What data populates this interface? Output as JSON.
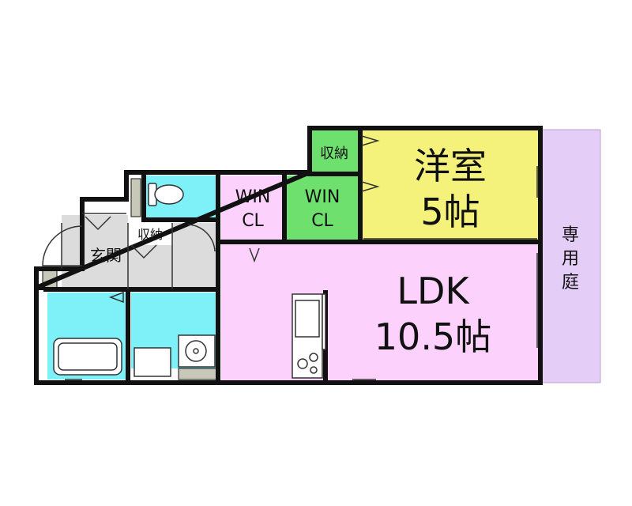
{
  "colors": {
    "wall": "#111111",
    "western_room": "#f4f27a",
    "ldk": "#fcd2fc",
    "win_cl_pink": "#fcd2fc",
    "win_cl_green": "#6ee06e",
    "storage_green": "#6ee06e",
    "water": "#7ef0f8",
    "entrance": "#dcdcdc",
    "garden": "#e4cdf6"
  },
  "rooms": {
    "western": {
      "name": "洋室",
      "size": "5帖"
    },
    "ldk": {
      "name": "LDK",
      "size": "10.5帖"
    },
    "win_cl_1": {
      "line1": "WIN",
      "line2": "CL"
    },
    "win_cl_2": {
      "line1": "WIN",
      "line2": "CL"
    },
    "storage_top": {
      "name": "収納"
    },
    "storage_mid": {
      "name": "収納"
    },
    "entrance": {
      "name": "玄関"
    },
    "garden": {
      "line1": "専",
      "line2": "用",
      "line3": "庭"
    }
  },
  "icons": [
    "toilet-icon",
    "bathtub-icon",
    "washbasin-icon",
    "kitchen-sink-icon",
    "stove-icon",
    "door-swing-icon"
  ]
}
